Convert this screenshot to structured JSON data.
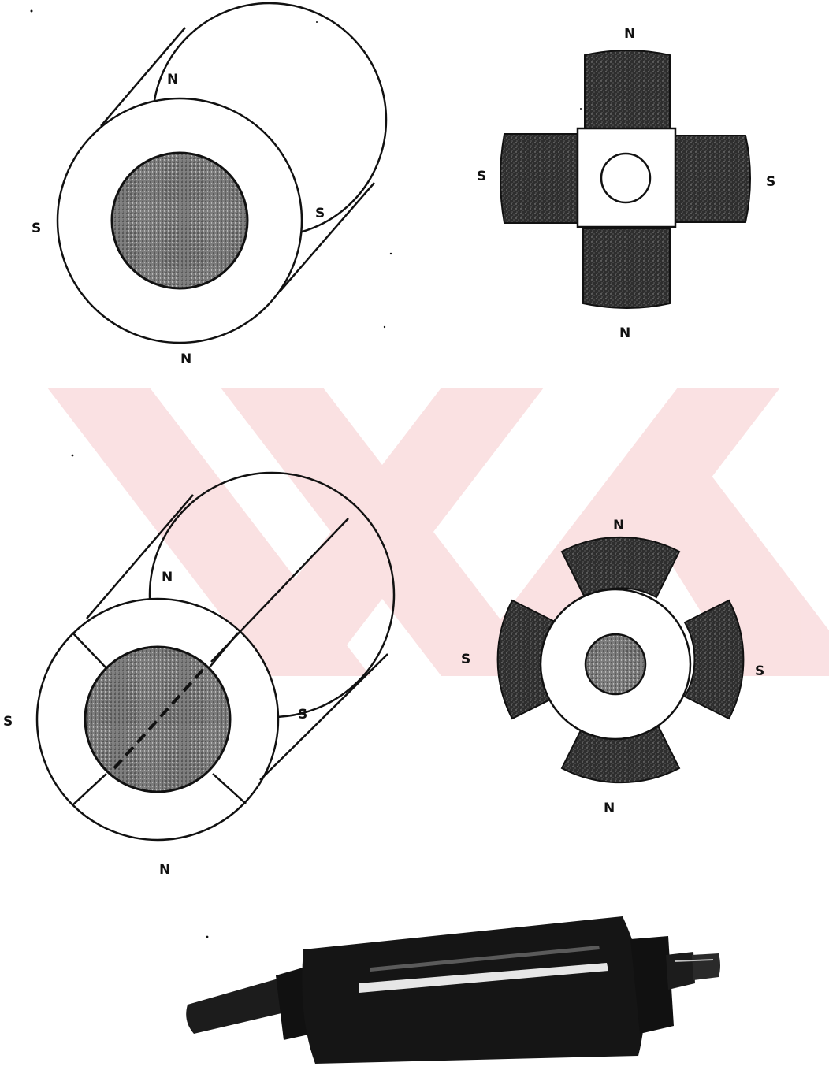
{
  "figures": {
    "cylinder_two_pole": {
      "labels": {
        "top": "N",
        "left": "S",
        "right": "S",
        "bottom": "N"
      }
    },
    "cross_salient_pole": {
      "labels": {
        "top": "N",
        "left": "S",
        "right": "S",
        "bottom": "N"
      }
    },
    "cylinder_four_segment": {
      "labels": {
        "top": "N",
        "left": "S",
        "right": "S",
        "bottom": "N"
      }
    },
    "ring_four_pole": {
      "labels": {
        "top": "N",
        "left": "S",
        "right": "S",
        "bottom": "N"
      }
    },
    "rotor_photo": {}
  },
  "colors": {
    "ink": "#111111",
    "magnet_fill": "#3a3a3a",
    "core_fill": "#8a8a8a",
    "rotor_body": "#1a1a1a",
    "watermark": "#f6c9cc"
  }
}
